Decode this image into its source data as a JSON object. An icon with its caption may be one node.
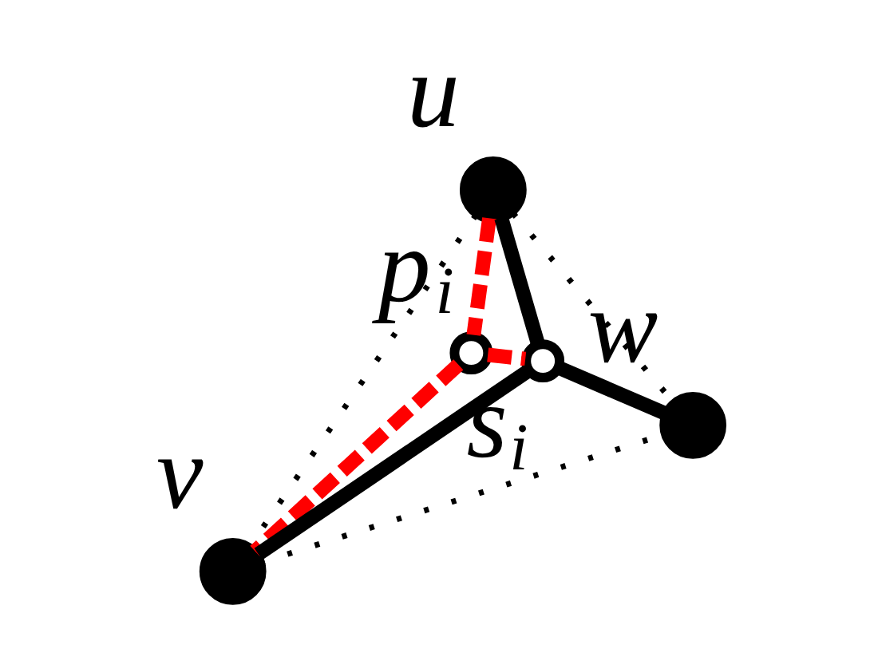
{
  "diagram": {
    "nodes": [
      {
        "text": [],
        "shape": "circle",
        "beside": [
          "u"
        ]
      },
      {
        "text": [],
        "shape": "circle",
        "beside": [
          "v"
        ]
      },
      {
        "text": [],
        "shape": "circle",
        "beside": [
          "w"
        ]
      },
      {
        "text": [],
        "shape": "circle",
        "beside": [
          "p$_{i}$"
        ]
      },
      {
        "text": [],
        "shape": "circle",
        "beside": [
          "s$_{i}$"
        ]
      }
    ],
    "edges": [
      {
        "from": 0,
        "to": 1,
        "arrow": "none",
        "style": "dashed"
      },
      {
        "from": 1,
        "to": 2,
        "arrow": "none",
        "style": "dashed"
      },
      {
        "from": 0,
        "to": 2,
        "arrow": "none",
        "style": "dashed"
      },
      {
        "from": 4,
        "to": 0,
        "arrow": "none"
      },
      {
        "from": 4,
        "to": 1,
        "arrow": "none"
      },
      {
        "from": 4,
        "to": 2,
        "arrow": "none"
      },
      {
        "from": 0,
        "to": 3,
        "arrow": "none",
        "style": "dashed",
        "color": "#ff0000"
      },
      {
        "from": 3,
        "to": 4,
        "arrow": "none",
        "style": "dashed",
        "color": "#ff0000"
      },
      {
        "from": 3,
        "to": 1,
        "arrow": "none",
        "style": "dashed",
        "color": "#ff0000"
      }
    ]
  }
}
